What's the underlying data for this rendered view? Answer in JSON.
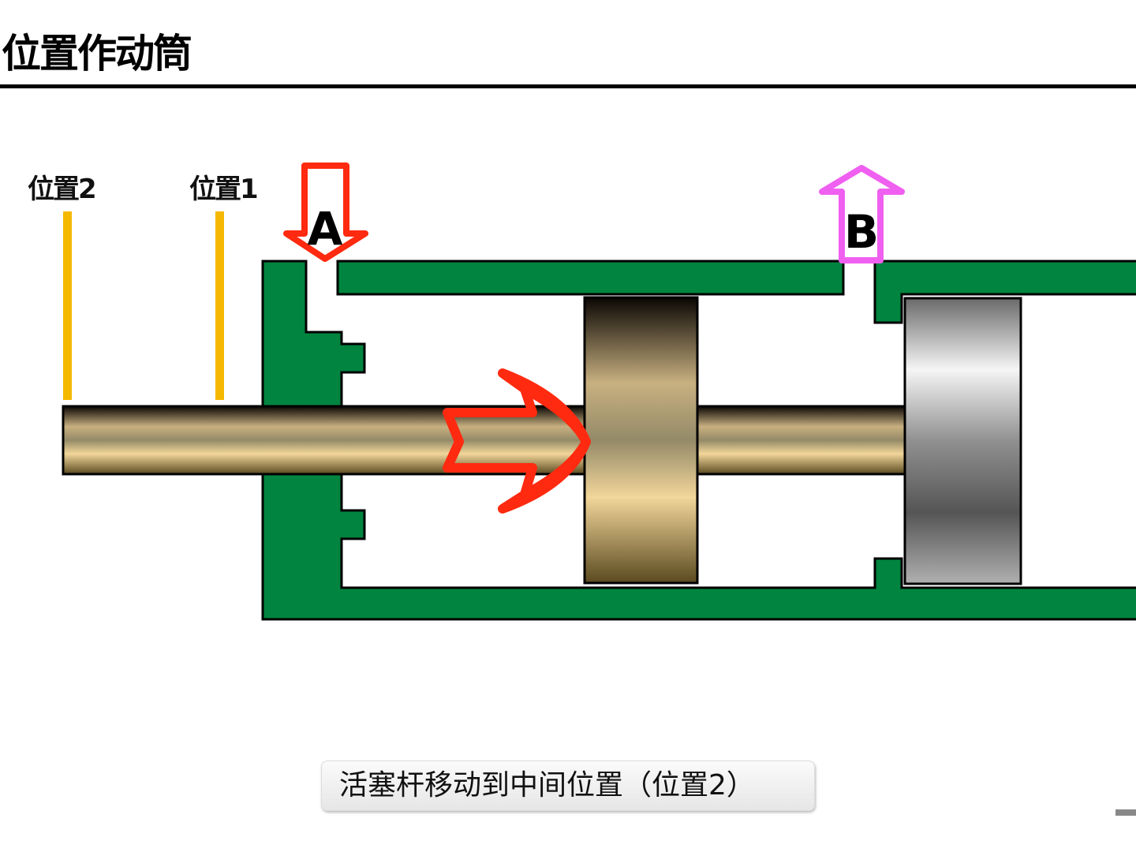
{
  "title": "位置作动筒",
  "labels": {
    "position2": "位置2",
    "position1": "位置1",
    "port_a": "A",
    "port_b": "B"
  },
  "caption": "活塞杆移动到中间位置（位置2）",
  "colors": {
    "housing": "#00843f",
    "marker": "#f5b800",
    "arrow_a": "#ff2a10",
    "arrow_b": "#f060f0",
    "motion_arrow": "#ff2a10"
  }
}
